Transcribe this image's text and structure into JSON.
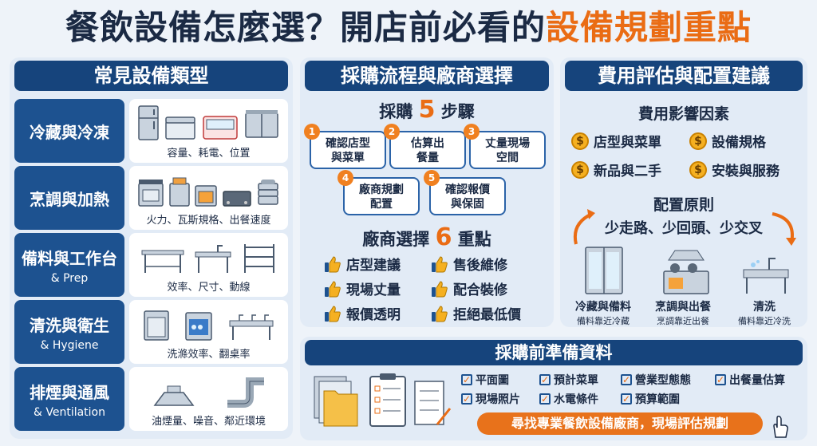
{
  "title": {
    "main": "餐飲設備怎麼選？開店前必看的",
    "highlight": "設備規劃重點"
  },
  "equipment_types": {
    "header": "常見設備類型",
    "items": [
      {
        "name": "冷藏與冷凍",
        "en": "",
        "caption": "容量、耗電、位置"
      },
      {
        "name": "烹調與加熱",
        "en": "",
        "caption": "火力、瓦斯規格、出餐速度"
      },
      {
        "name": "備料與工作台",
        "en": "& Prep",
        "caption": "效率、尺寸、動線"
      },
      {
        "name": "清洗與衛生",
        "en": "& Hygiene",
        "caption": "洗滌效率、翻桌率"
      },
      {
        "name": "排煙與通風",
        "en": "& Ventilation",
        "caption": "油煙量、噪音、鄰近環境"
      }
    ]
  },
  "procurement": {
    "header": "採購流程與廠商選擇",
    "steps_title_a": "採購",
    "steps_count": "5",
    "steps_title_b": "步驟",
    "steps": [
      {
        "num": "1",
        "l1": "確認店型",
        "l2": "與菜單"
      },
      {
        "num": "2",
        "l1": "估算出",
        "l2": "餐量"
      },
      {
        "num": "3",
        "l1": "丈量現場",
        "l2": "空間"
      },
      {
        "num": "4",
        "l1": "廠商規劃",
        "l2": "配置"
      },
      {
        "num": "5",
        "l1": "確認報價",
        "l2": "與保固"
      }
    ],
    "vendor_title_a": "廠商選擇",
    "vendor_count": "6",
    "vendor_title_b": "重點",
    "vendor_points": [
      "店型建議",
      "售後維修",
      "現場丈量",
      "配合裝修",
      "報價透明",
      "拒絕最低價"
    ]
  },
  "cost": {
    "header": "費用評估與配置建議",
    "factors_title": "費用影響因素",
    "coin_symbol": "$",
    "factors": [
      "店型與菜單",
      "設備規格",
      "新品與二手",
      "安裝與服務"
    ],
    "principle_title": "配置原則",
    "principle": "少走路、少回頭、少交叉",
    "zones": [
      {
        "title": "冷藏與備料",
        "sub": "備料靠近冷藏"
      },
      {
        "title": "烹調與出餐",
        "sub": "烹調靠近出餐"
      },
      {
        "title": "清洗",
        "sub": "備料靠近冷洗"
      }
    ]
  },
  "prep_docs": {
    "header": "採購前準備資料",
    "check_mark": "✓",
    "items": [
      "平面圖",
      "預計菜單",
      "營業型態態",
      "出餐量估算",
      "現場照片",
      "水電條件",
      "預算範圍"
    ],
    "cta": "尋找專業餐飲設備廠商，現場評估規劃"
  },
  "colors": {
    "navy": "#16447c",
    "accent": "#ea6c14",
    "panel": "#e2ebf6"
  }
}
